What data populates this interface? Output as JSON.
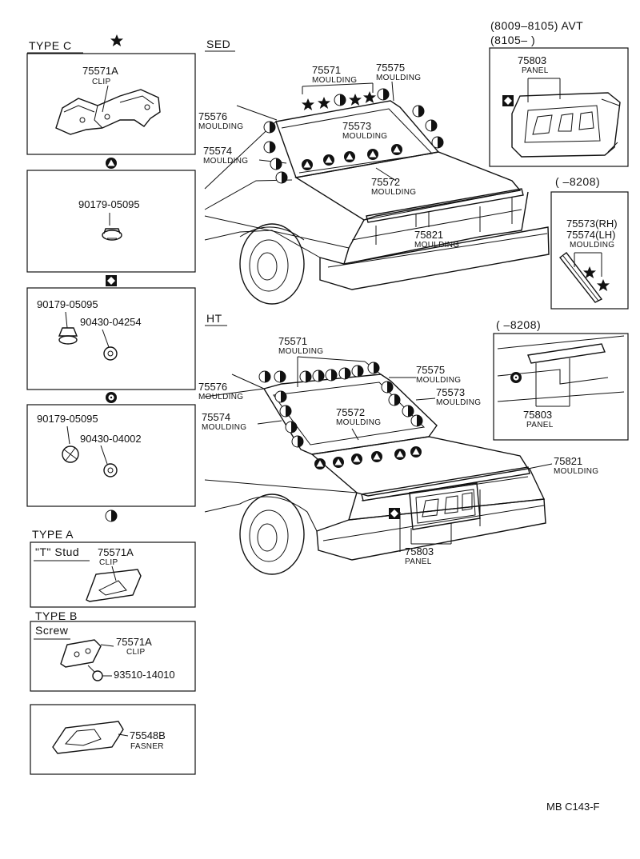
{
  "headings": {
    "type_c": "TYPE C",
    "sed": "SED",
    "ht": "HT",
    "type_a": "TYPE A",
    "type_b": "TYPE B",
    "avt_line1": "(8009–8105) AVT",
    "avt_line2": "(8105–       )",
    "box_8208_top": "(      –8208)",
    "box_8208_mid": "(      –8208)",
    "t_stud": "\"T\" Stud",
    "screw": "Screw"
  },
  "labels": {
    "c_clip_pn": "75571A",
    "c_clip_lb": "CLIP",
    "p90179_a": "90179-05095",
    "p90179_b": "90179-05095",
    "p90430_a": "90430-04254",
    "p90179_c": "90179-05095",
    "p90430_b": "90430-04002",
    "a_clip_pn": "75571A",
    "a_clip_lb": "CLIP",
    "b_clip_pn": "75571A",
    "b_clip_lb": "CLIP",
    "b_screw_pn": "93510-14010",
    "fasner_pn": "75548B",
    "fasner_lb": "FASNER",
    "sed_75571_pn": "75571",
    "sed_75571_lb": "MOULDING",
    "sed_75575_pn": "75575",
    "sed_75575_lb": "MOULDING",
    "sed_75576_pn": "75576",
    "sed_75576_lb": "MOULDING",
    "sed_75573_pn": "75573",
    "sed_75573_lb": "MOULDING",
    "sed_75574_pn": "75574",
    "sed_75574_lb": "MOULDING",
    "sed_75572_pn": "75572",
    "sed_75572_lb": "MOULDING",
    "sed_75821_pn": "75821",
    "sed_75821_lb": "MOULDING",
    "avt_75803_pn": "75803",
    "avt_75803_lb": "PANEL",
    "r_75573_pn": "75573(RH)",
    "r_75574_pn": "75574(LH)",
    "r_moulding_lb": "MOULDING",
    "ht_75571_pn": "75571",
    "ht_75571_lb": "MOULDING",
    "ht_75575_pn": "75575",
    "ht_75575_lb": "MOULDING",
    "ht_75576_pn": "75576",
    "ht_75576_lb": "MOULDING",
    "ht_75573_pn": "75573",
    "ht_75573_lb": "MOULDING",
    "ht_75574_pn": "75574",
    "ht_75574_lb": "MOULDING",
    "ht_75572_pn": "75572",
    "ht_75572_lb": "MOULDING",
    "ht_75821_pn": "75821",
    "ht_75821_lb": "MOULDING",
    "ht_75803_pn": "75803",
    "ht_75803_lb": "PANEL",
    "mid_75803_pn": "75803",
    "mid_75803_lb": "PANEL"
  },
  "footer": "MB  C143-F",
  "symbols": {
    "type_c_marker": "star",
    "box1_marker": "triangle",
    "box2_marker": "diamond",
    "box3_marker": "dot-circle",
    "box4_marker": "half-circle"
  }
}
